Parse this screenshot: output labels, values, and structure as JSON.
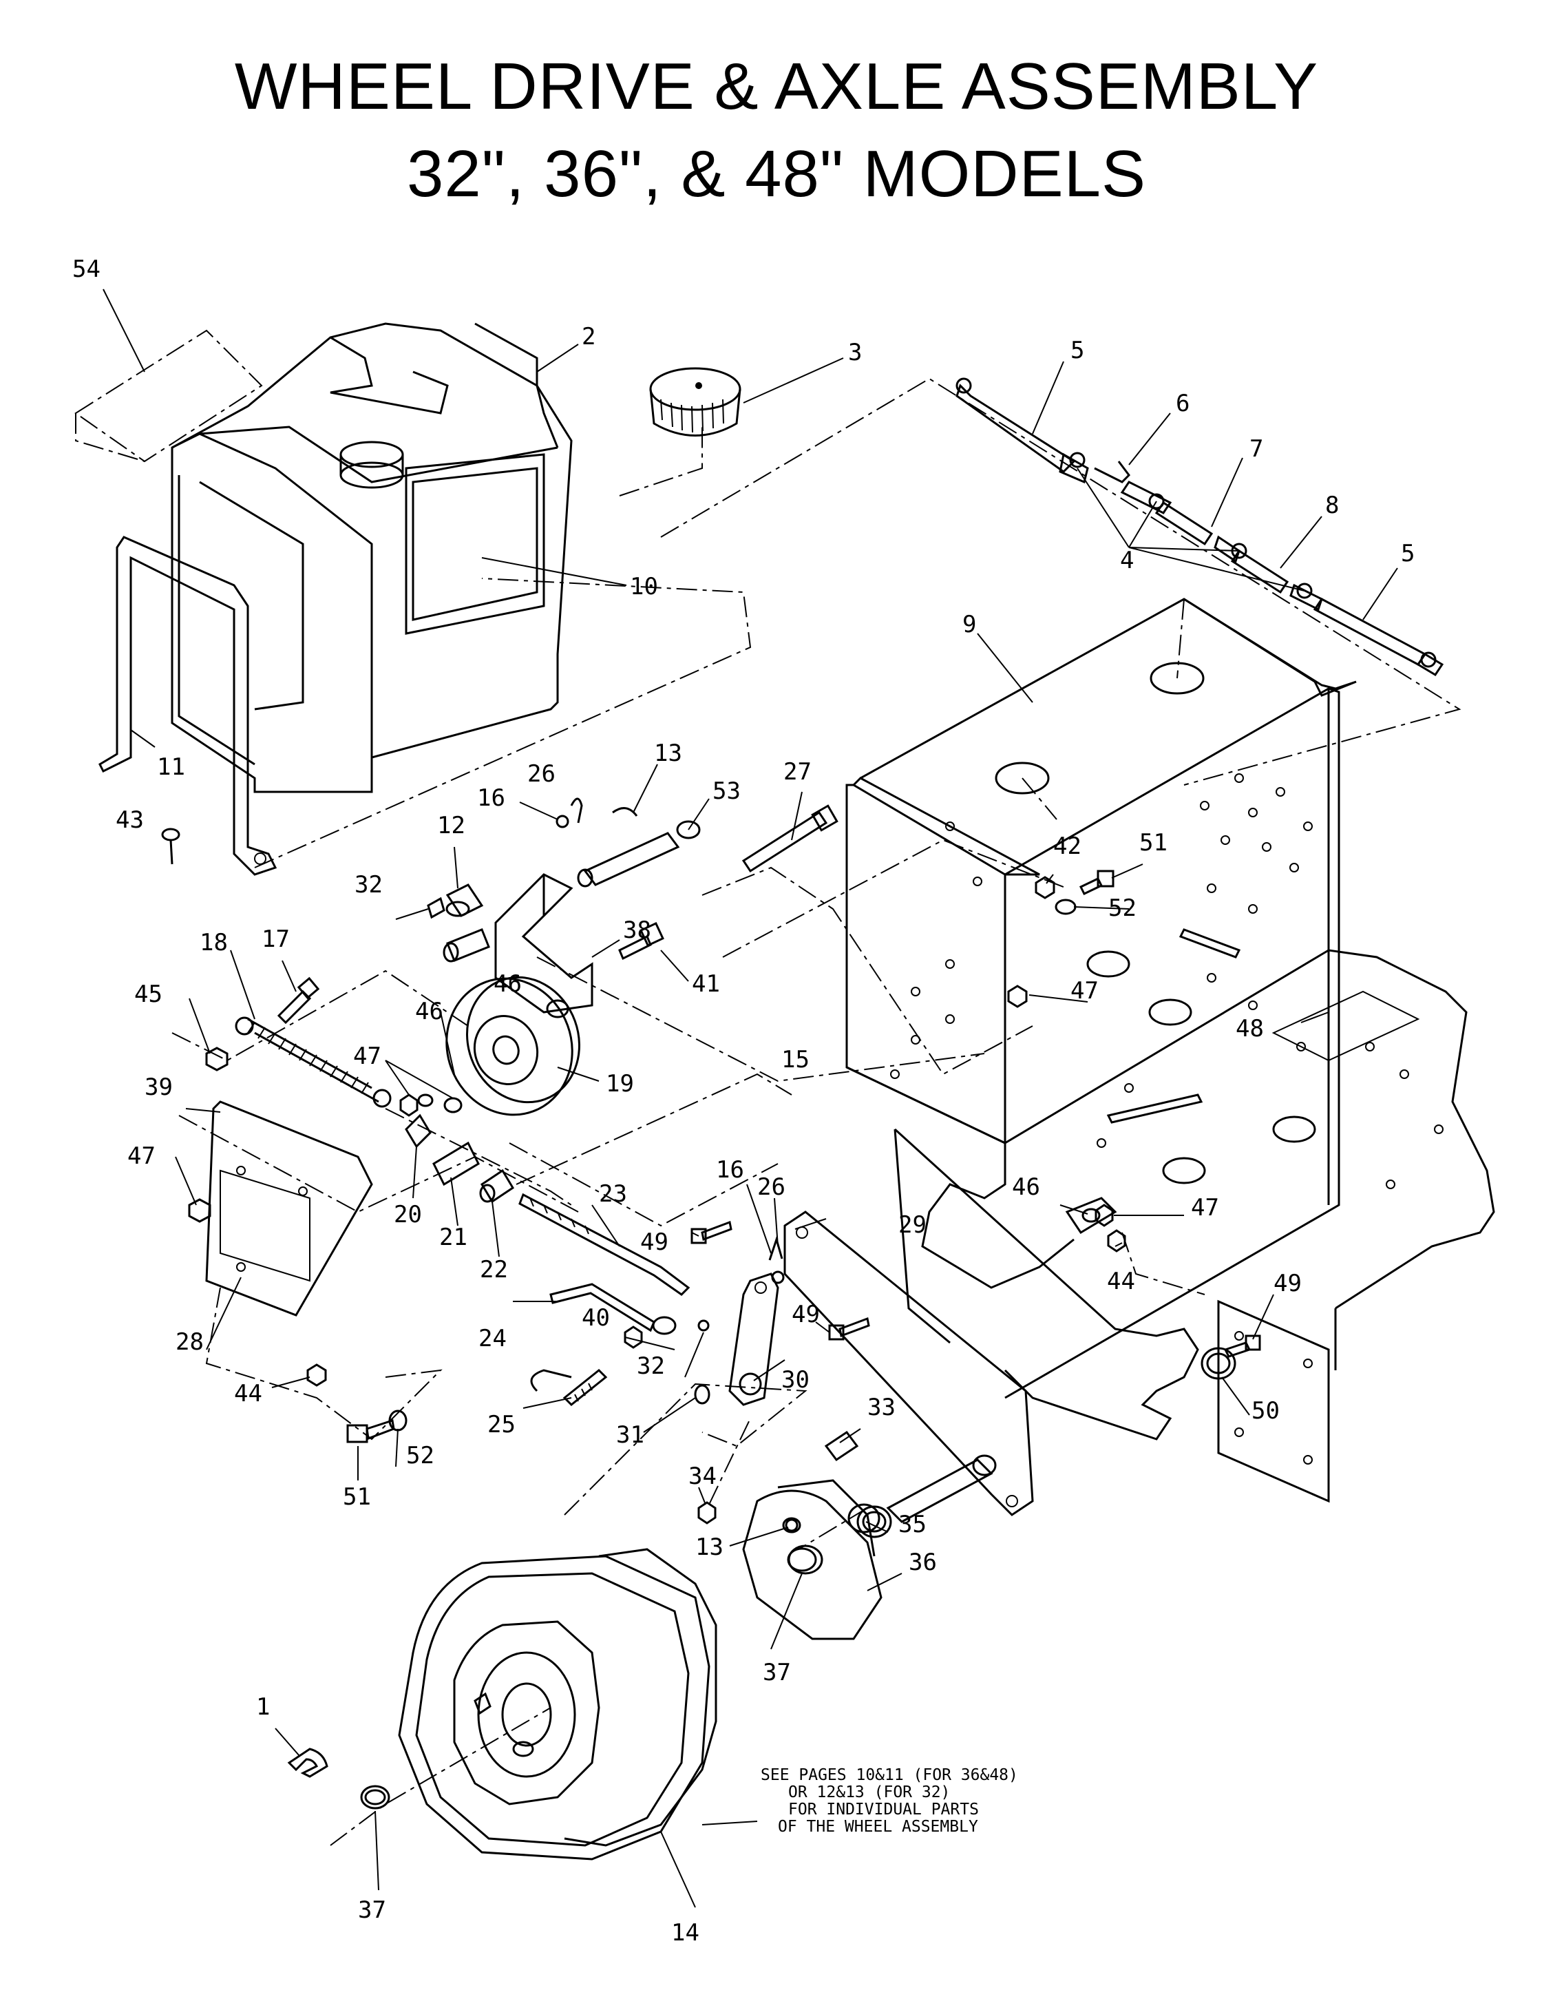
{
  "title": {
    "line1": "WHEEL DRIVE & AXLE ASSEMBLY",
    "line2": "32\", 36\", & 48\" MODELS"
  },
  "note": {
    "line1": "SEE PAGES 10&11 (FOR 36&48)",
    "line2": "OR 12&13 (FOR 32)",
    "line3": "FOR INDIVIDUAL PARTS",
    "line4": "OF THE WHEEL ASSEMBLY"
  },
  "callouts": {
    "c1": "1",
    "c2": "2",
    "c3": "3",
    "c4": "4",
    "c5a": "5",
    "c5b": "5",
    "c6": "6",
    "c7": "7",
    "c8": "8",
    "c9": "9",
    "c10": "10",
    "c11": "11",
    "c12": "12",
    "c13a": "13",
    "c13b": "13",
    "c14": "14",
    "c15": "15",
    "c16a": "16",
    "c16b": "16",
    "c17": "17",
    "c18": "18",
    "c19": "19",
    "c20": "20",
    "c21": "21",
    "c22": "22",
    "c23": "23",
    "c24": "24",
    "c25": "25",
    "c26a": "26",
    "c26b": "26",
    "c27": "27",
    "c28": "28",
    "c29": "29",
    "c30": "30",
    "c31": "31",
    "c32a": "32",
    "c32b": "32",
    "c33": "33",
    "c34": "34",
    "c35": "35",
    "c36": "36",
    "c37a": "37",
    "c37b": "37",
    "c38": "38",
    "c39": "39",
    "c40": "40",
    "c41": "41",
    "c42": "42",
    "c43": "43",
    "c44a": "44",
    "c44b": "44",
    "c45": "45",
    "c46a": "46",
    "c46b": "46",
    "c46c": "46",
    "c47a": "47",
    "c47b": "47",
    "c47c": "47",
    "c47d": "47",
    "c48": "48",
    "c49a": "49",
    "c49b": "49",
    "c49c": "49",
    "c50": "50",
    "c51a": "51",
    "c51b": "51",
    "c52a": "52",
    "c52b": "52",
    "c53": "53",
    "c54": "54"
  }
}
